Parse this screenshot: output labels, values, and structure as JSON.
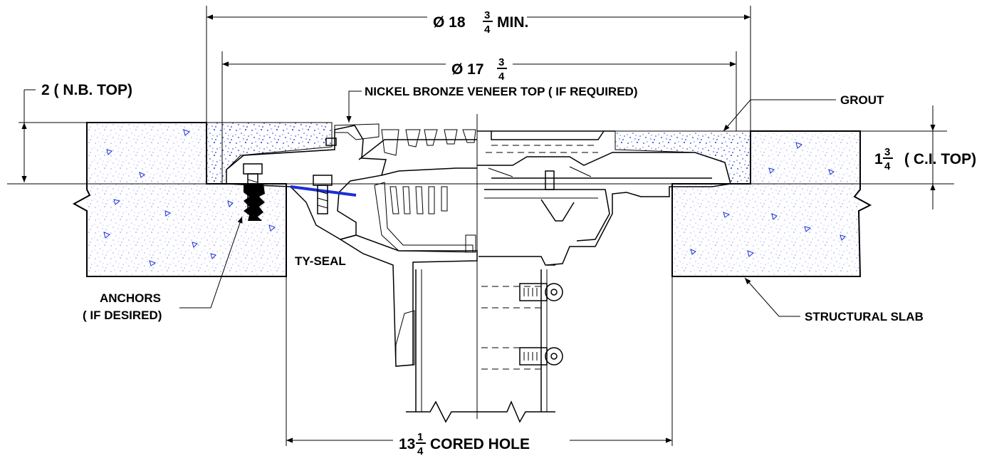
{
  "dimensions": {
    "outer_diameter": {
      "prefix": "Ø 18",
      "num": "3",
      "den": "4",
      "suffix": "MIN."
    },
    "inner_diameter": {
      "prefix": "Ø 17",
      "num": "3",
      "den": "4"
    },
    "cored_hole": {
      "prefix": "13",
      "num": "1",
      "den": "4",
      "suffix": "CORED HOLE"
    },
    "ci_top": {
      "prefix": "1",
      "num": "3",
      "den": "4",
      "suffix": "( C.I. TOP)"
    },
    "nb_top": {
      "text": "2  ( N.B. TOP)"
    }
  },
  "labels": {
    "veneer": "NICKEL BRONZE VENEER TOP ( IF REQUIRED)",
    "grout": "GROUT",
    "ty_seal": "TY-SEAL",
    "anchors_line1": "ANCHORS",
    "anchors_line2": "( IF DESIRED)",
    "structural_slab": "STRUCTURAL SLAB"
  },
  "colors": {
    "line": "#000000",
    "accent": "#1c2fd6"
  }
}
